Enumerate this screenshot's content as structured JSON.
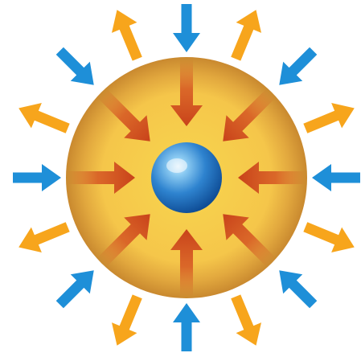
{
  "diagram": {
    "description_kind": "radial force diagram",
    "colors": {
      "outward_arrow": "#F7A51C",
      "inward_outer_arrow": "#1E8FD8",
      "inward_inner_arrow": "#D2491E",
      "sphere_fill": "#F5C64A",
      "sphere_rim": "#C9892F",
      "core_light": "#8CCBF2",
      "core_dark": "#0D4A93"
    },
    "outward_arrow_directions_deg": [
      -67.5,
      -22.5,
      22.5,
      67.5,
      112.5,
      157.5,
      202.5,
      247.5
    ],
    "inward_outer_arrow_directions_deg": [
      0,
      45,
      90,
      135,
      180,
      225,
      270,
      315
    ],
    "inward_inner_arrow_directions_deg": [
      0,
      45,
      90,
      135,
      180,
      225,
      270,
      315
    ],
    "icons": [
      "outward-arrow-icon",
      "inward-arrow-icon",
      "sphere-icon",
      "core-sphere-icon"
    ]
  }
}
